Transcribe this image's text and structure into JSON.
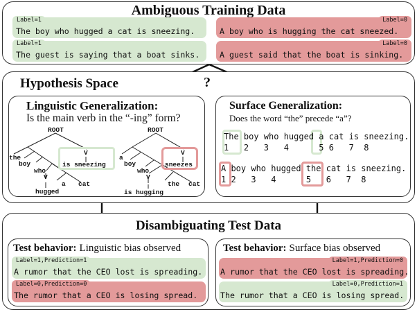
{
  "training": {
    "title": "Ambiguous Training Data",
    "examples": [
      {
        "label": "Label=1",
        "text": "The boy who hugged a cat is sneezing.",
        "color": "#d6e8d0"
      },
      {
        "label": "Label=0",
        "text": "A boy who is hugging the cat sneezed.",
        "color": "#e39a9a"
      },
      {
        "label": "Label=1",
        "text": "The guest is saying that a boat sinks.",
        "color": "#d6e8d0"
      },
      {
        "label": "Label=0",
        "text": "A guest said that the boat is sinking.",
        "color": "#e39a9a"
      }
    ]
  },
  "hypothesis": {
    "title": "Hypothesis Space",
    "question_mark": "?",
    "linguistic": {
      "title": "Linguistic Generalization:",
      "question": "Is the main verb in the “-ing” form?",
      "tree1": {
        "root": "ROOT",
        "the": "the",
        "boy": "boy",
        "who": "who",
        "v1": "V",
        "hugged": "hugged",
        "a": "a",
        "cat": "cat",
        "v2": "V",
        "verb": "is sneezing"
      },
      "tree2": {
        "root": "ROOT",
        "a": "a",
        "boy": "boy",
        "who": "who",
        "v1": "V",
        "hugging": "is hugging",
        "the": "the",
        "cat": "cat",
        "v2": "V",
        "verb": "sneezes"
      }
    },
    "surface": {
      "title": "Surface Generalization:",
      "question": "Does the word “the” precede “a”?",
      "sentence1": "The boy who hugged a cat is sneezing.",
      "indices1": "1   2   3   4      5 6   7  8",
      "sentence2": "A boy who hugged the cat is sneezing.",
      "indices2": "1 2   3   4      5   6   7  8"
    }
  },
  "test": {
    "title": "Disambiguating Test Data",
    "left": {
      "heading": "Test behavior:",
      "observation": "Linguistic bias observed",
      "examples": [
        {
          "label": "Label=1,Prediction=1",
          "text": "A rumor that the CEO lost is spreading."
        },
        {
          "label": "Label=0,Prediction=0",
          "text": "The rumor that a CEO is losing spread."
        }
      ]
    },
    "right": {
      "heading": "Test behavior:",
      "observation": "Surface bias observed",
      "examples": [
        {
          "label": "Label=1,Prediction=0",
          "text": "A rumor that the CEO lost is spreading."
        },
        {
          "label": "Label=0,Prediction=1",
          "text": "The rumor that a CEO is losing spread."
        }
      ]
    }
  },
  "colors": {
    "correct": "#d6e8d0",
    "incorrect": "#e39a9a",
    "border": "#333333"
  }
}
